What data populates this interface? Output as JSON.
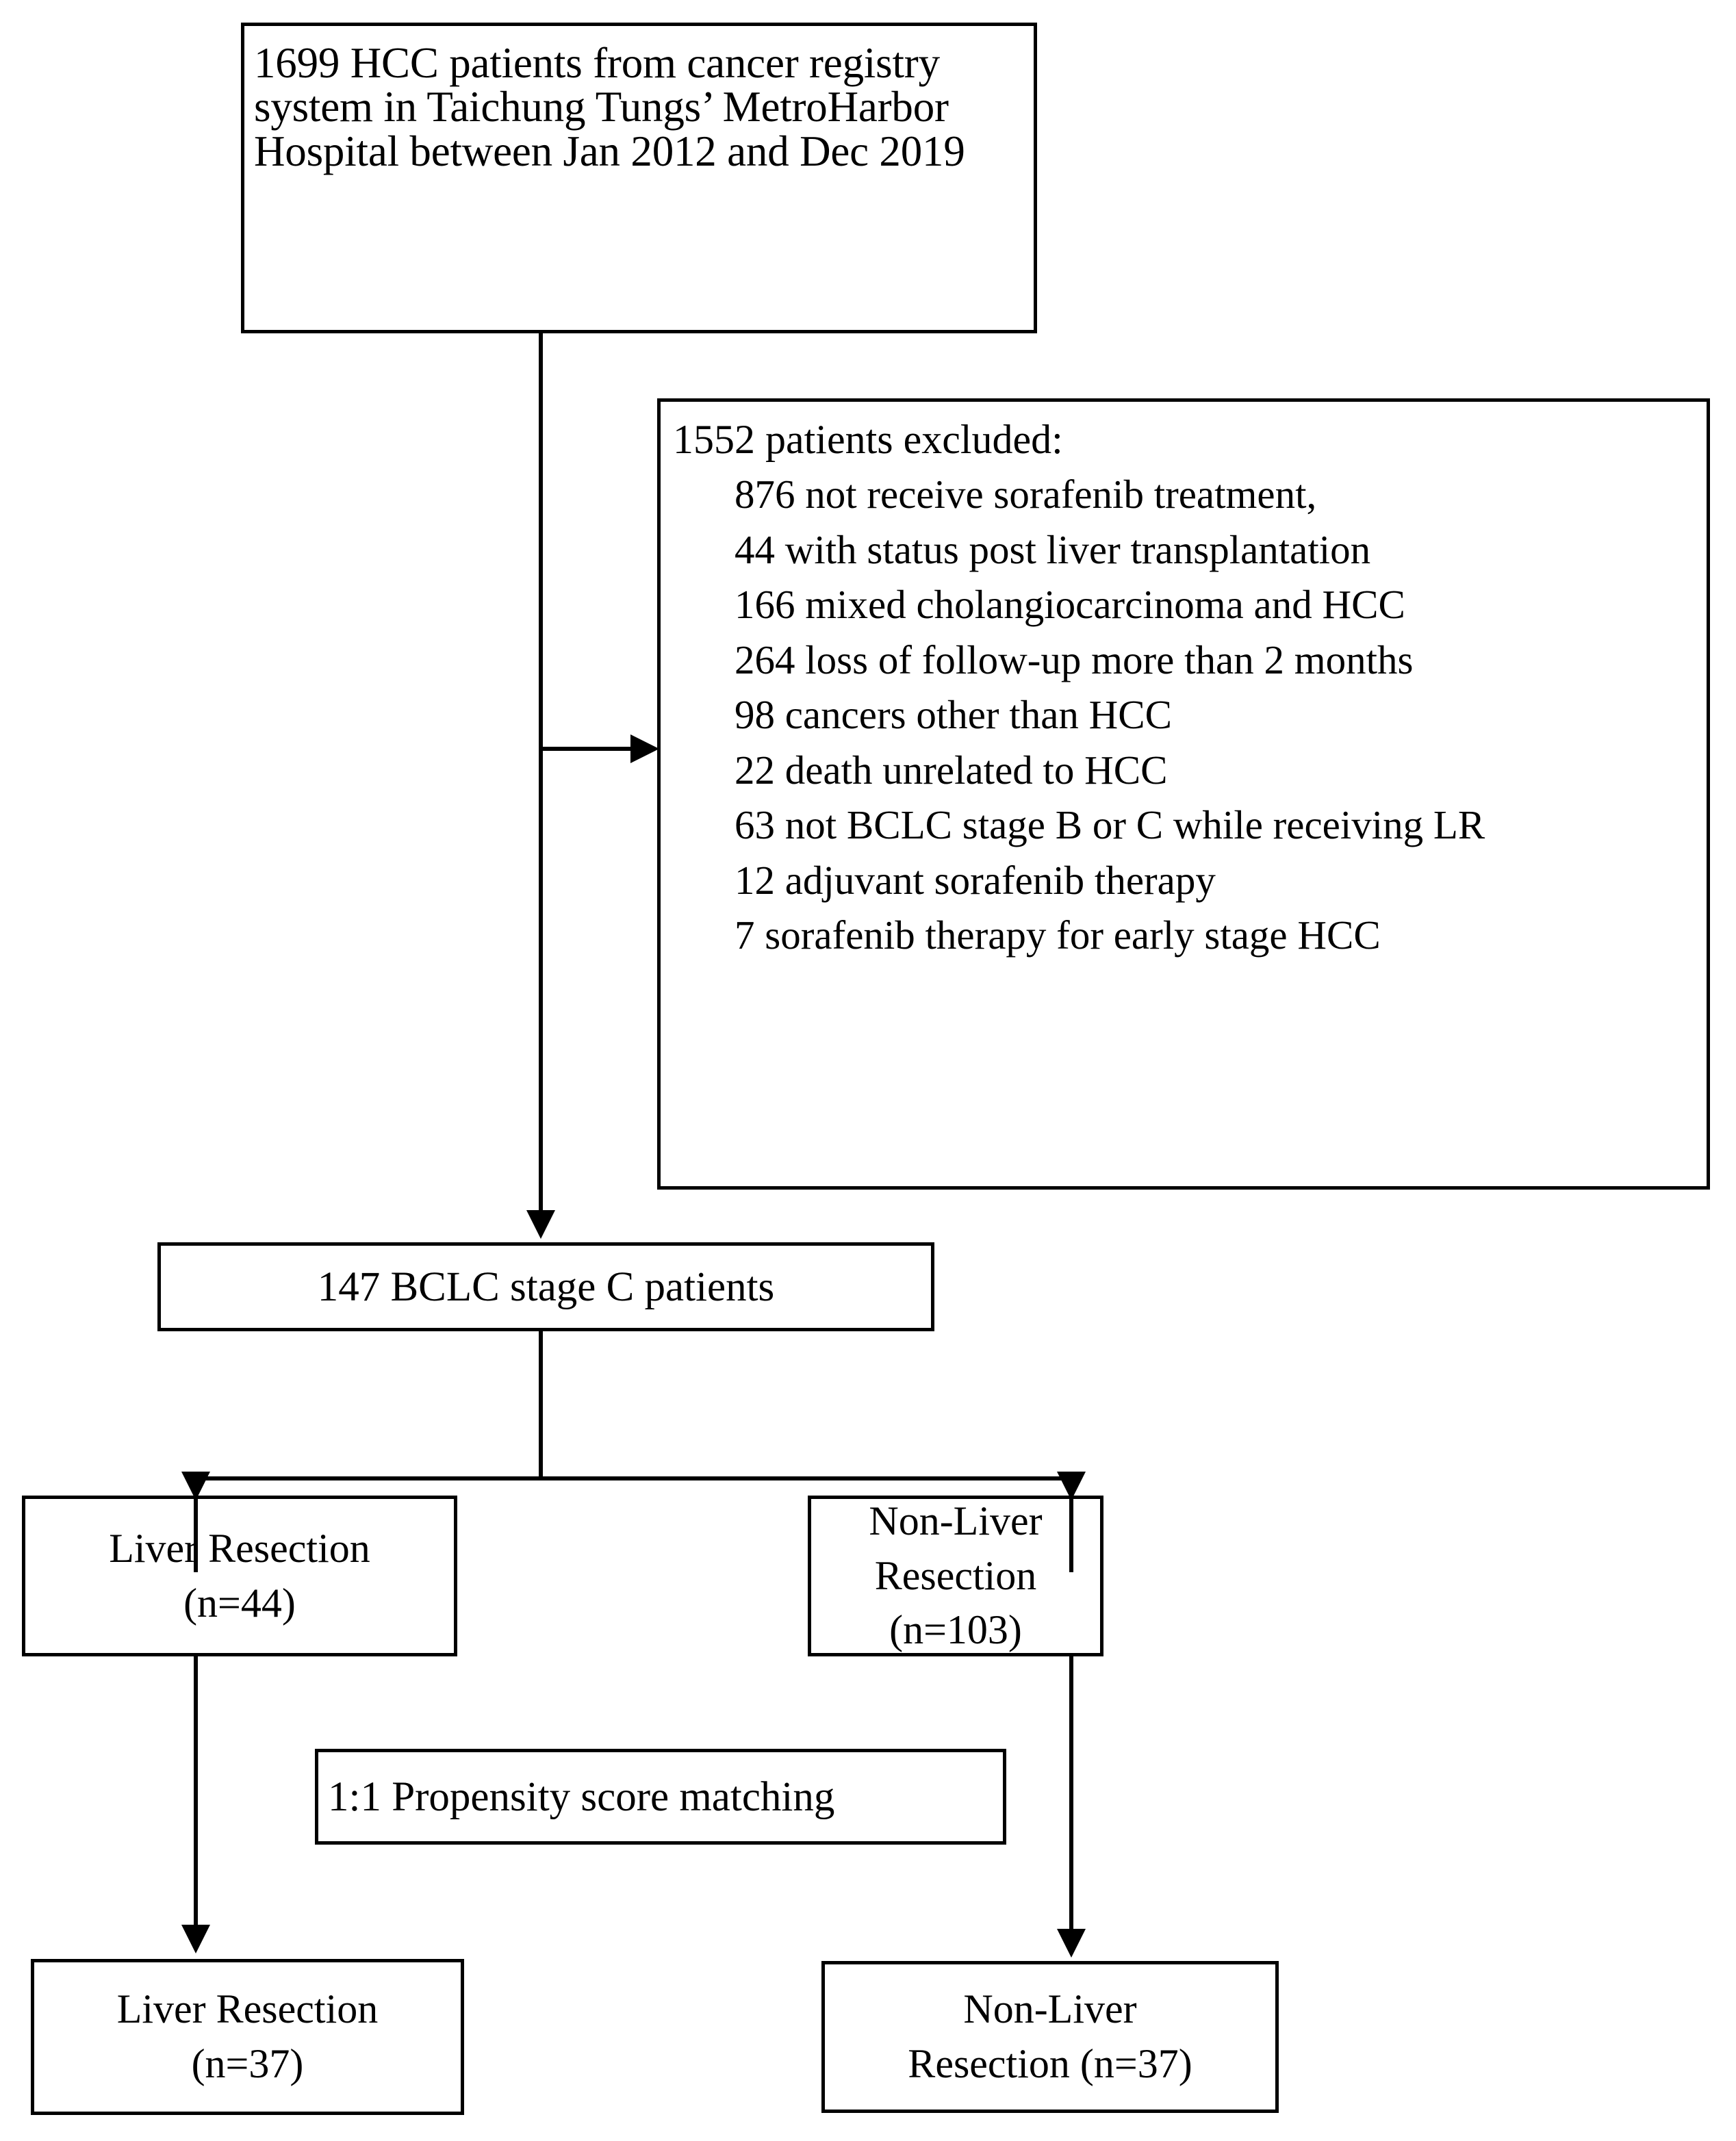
{
  "figure": {
    "type": "flowchart",
    "title": "Patient selection flow diagram"
  },
  "nodes": {
    "source": {
      "text": "1699 HCC patients from cancer registry system in Taichung Tungs’ MetroHarbor Hospital between Jan 2012 and Dec 2019"
    },
    "excluded": {
      "header": "1552 patients excluded:",
      "reasons": [
        "876 not receive sorafenib treatment,",
        "44 with status post liver transplantation",
        "166 mixed cholangiocarcinoma and HCC",
        "264 loss of follow-up more than 2 months",
        "98 cancers other than HCC",
        "22 death unrelated to HCC",
        "63 not BCLC stage B or C while receiving LR",
        "12 adjuvant sorafenib therapy",
        "7 sorafenib therapy for early stage HCC"
      ]
    },
    "cohort": {
      "text": "147 BCLC stage C patients"
    },
    "lr_pre": {
      "text": "Liver Resection\n(n=44)"
    },
    "nlr_pre": {
      "text": "Non-Liver\nResection (n=103)"
    },
    "psm": {
      "text": "1:1 Propensity score matching"
    },
    "lr_post": {
      "text": "Liver Resection\n(n=37)"
    },
    "nlr_post": {
      "text": "Non-Liver\nResection (n=37)"
    }
  },
  "chart_data": {
    "type": "flowchart",
    "title": "HCC patient selection flow",
    "counts": {
      "screened": 1699,
      "excluded_total": 1552,
      "included": 147,
      "liver_resection_pre_match": 44,
      "non_liver_resection_pre_match": 103,
      "liver_resection_post_match": 37,
      "non_liver_resection_post_match": 37
    },
    "exclusion_breakdown": [
      {
        "n": 876,
        "reason": "not receive sorafenib treatment"
      },
      {
        "n": 44,
        "reason": "with status post liver transplantation"
      },
      {
        "n": 166,
        "reason": "mixed cholangiocarcinoma and HCC"
      },
      {
        "n": 264,
        "reason": "loss of follow-up more than 2 months"
      },
      {
        "n": 98,
        "reason": "cancers other than HCC"
      },
      {
        "n": 22,
        "reason": "death unrelated to HCC"
      },
      {
        "n": 63,
        "reason": "not BCLC stage B or C while receiving LR"
      },
      {
        "n": 12,
        "reason": "adjuvant sorafenib therapy"
      },
      {
        "n": 7,
        "reason": "sorafenib therapy for early stage HCC"
      }
    ],
    "matching": "1:1 Propensity score matching",
    "edges": [
      {
        "from": "source",
        "to": "cohort"
      },
      {
        "from": "source",
        "to": "excluded"
      },
      {
        "from": "cohort",
        "to": "lr_pre"
      },
      {
        "from": "cohort",
        "to": "nlr_pre"
      },
      {
        "from": "lr_pre",
        "to": "lr_post"
      },
      {
        "from": "nlr_pre",
        "to": "nlr_post"
      }
    ],
    "colors": {
      "stroke": "#000000",
      "fill": "#ffffff",
      "text": "#000000"
    }
  }
}
